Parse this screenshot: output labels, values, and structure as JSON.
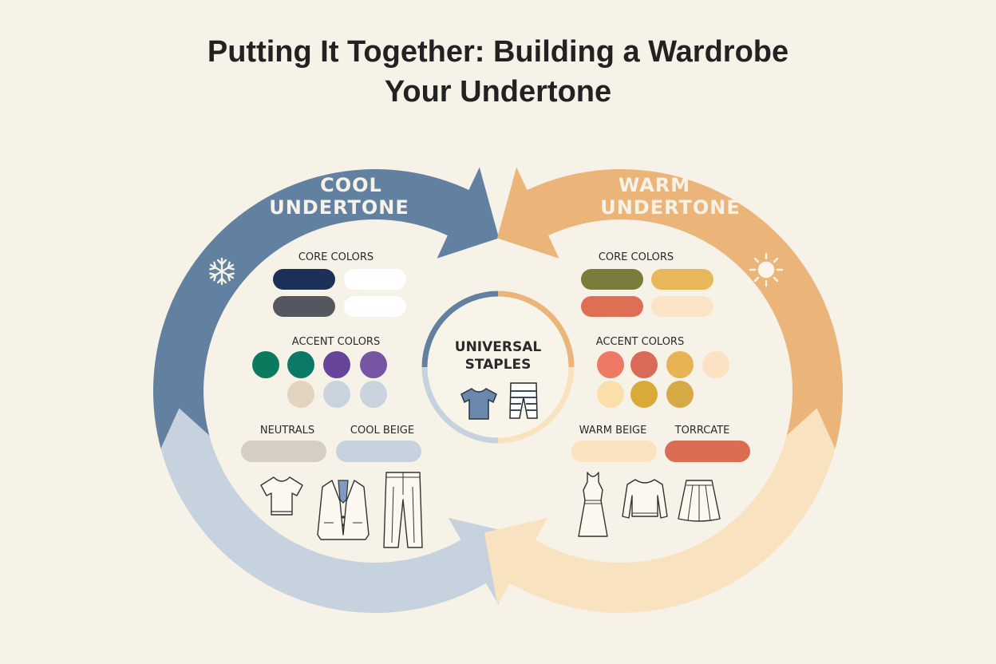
{
  "title": {
    "line1": "Putting It Together: Building a Wardrobe",
    "line2": "Your Undertone"
  },
  "center": {
    "line1": "UNIVERSAL",
    "line2": "STAPLES",
    "icons": [
      "t-shirt-icon",
      "striped-pants-icon"
    ]
  },
  "cool": {
    "heading_line1": "COOL",
    "heading_line2": "UNDERTONE",
    "icon": "snowflake-icon",
    "core_label": "CORE COLORS",
    "core_colors": [
      "#1d3058",
      "#ffffff",
      "#54575d",
      "#ffffff"
    ],
    "accent_label": "ACCENT COLORS",
    "accent_colors": [
      "#0a7a5e",
      "#0a7a66",
      "#66449a",
      "#7555a4",
      "#e3d4bf",
      "#c9d3de",
      "#c9d3de"
    ],
    "neutral_labels": [
      "NEUTRALS",
      "COOL BEIGE"
    ],
    "neutral_colors": [
      "#d6cec2",
      "#c7d2de"
    ],
    "clothing": [
      "t-shirt-icon",
      "blazer-icon",
      "trousers-icon"
    ],
    "arc_color": "#62809f",
    "arc_light": "#c6d2dd"
  },
  "warm": {
    "heading_line1": "WARM",
    "heading_line2": "UNDERTONE",
    "icon": "sun-icon",
    "core_label": "CORE COLORS",
    "core_colors": [
      "#7b7b3c",
      "#e8b75a",
      "#de6f55",
      "#fbe4c3"
    ],
    "accent_label": "ACCENT COLORS",
    "accent_colors": [
      "#ee7a66",
      "#d96a58",
      "#e8b352",
      "#fbe2c2",
      "#fbdfab",
      "#d9aa3a",
      "#d5aa45"
    ],
    "neutral_labels": [
      "WARM BEIGE",
      "TORRCATE"
    ],
    "neutral_colors": [
      "#fbe3c0",
      "#d96c52"
    ],
    "clothing": [
      "dress-icon",
      "sweater-icon",
      "skirt-icon"
    ],
    "arc_color": "#ebb57a",
    "arc_light": "#f9e2bf"
  }
}
